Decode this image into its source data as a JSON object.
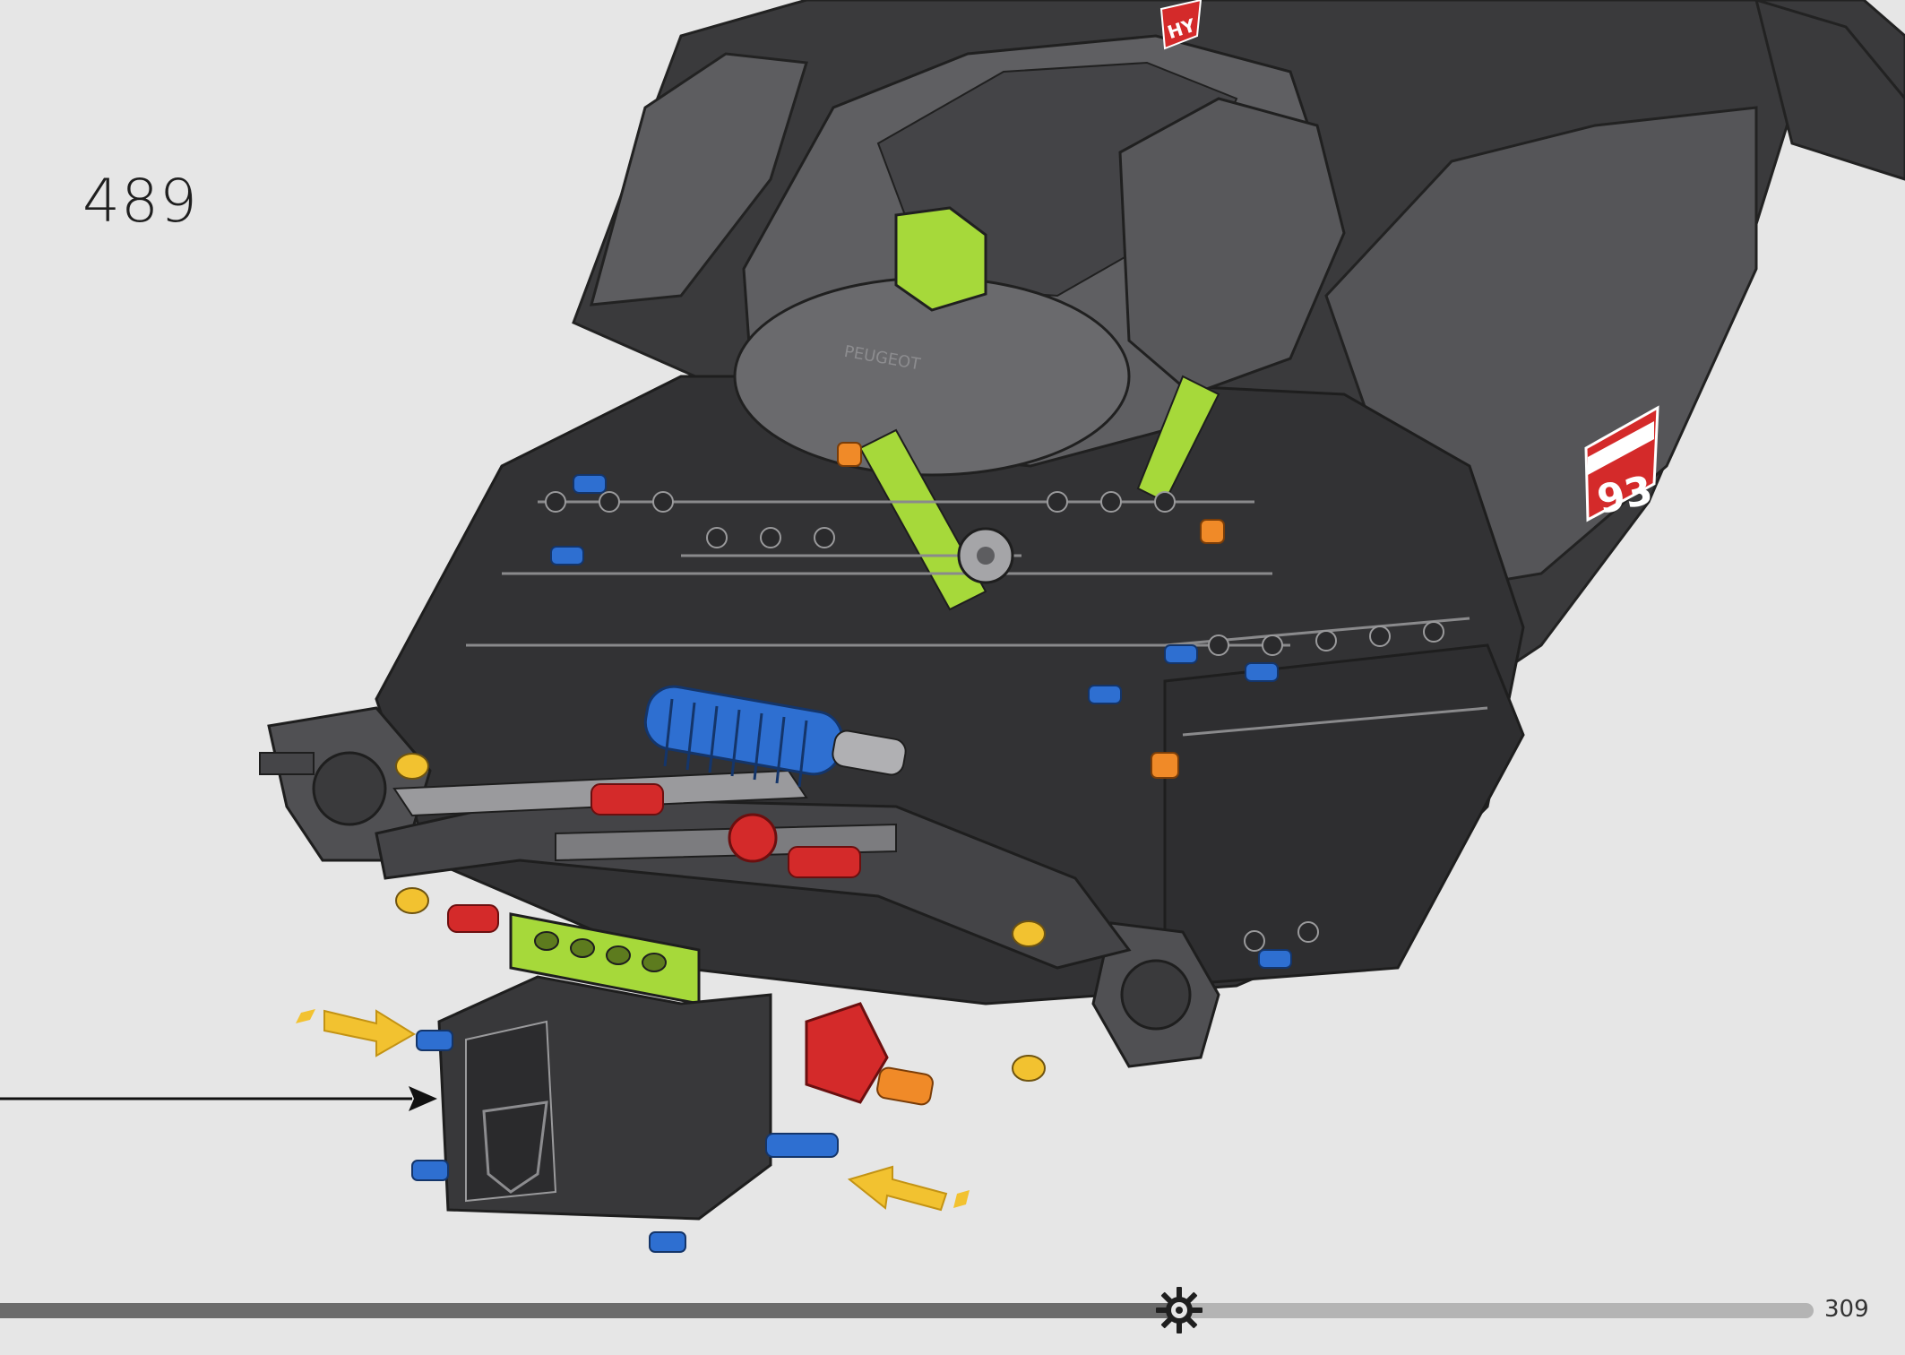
{
  "instruction_page": {
    "step_number": "489",
    "page_number": "309",
    "progress": 0.65,
    "callout_arrows": [
      {
        "color": "#f2c230",
        "icon": "insert-arrow-icon"
      },
      {
        "color": "#f2c230",
        "icon": "insert-arrow-icon"
      }
    ],
    "colors": {
      "background": "#e6e6e6",
      "body_dark": "#3a3a3c",
      "body_mid": "#5d5d60",
      "lime": "#a6d93a",
      "blue": "#2e6fd1",
      "red": "#d42a2a",
      "orange": "#f08a28",
      "yellow": "#f2c230"
    },
    "decals": {
      "race_number": "93",
      "badge": "HY",
      "brand": "PEUGEOT"
    }
  }
}
